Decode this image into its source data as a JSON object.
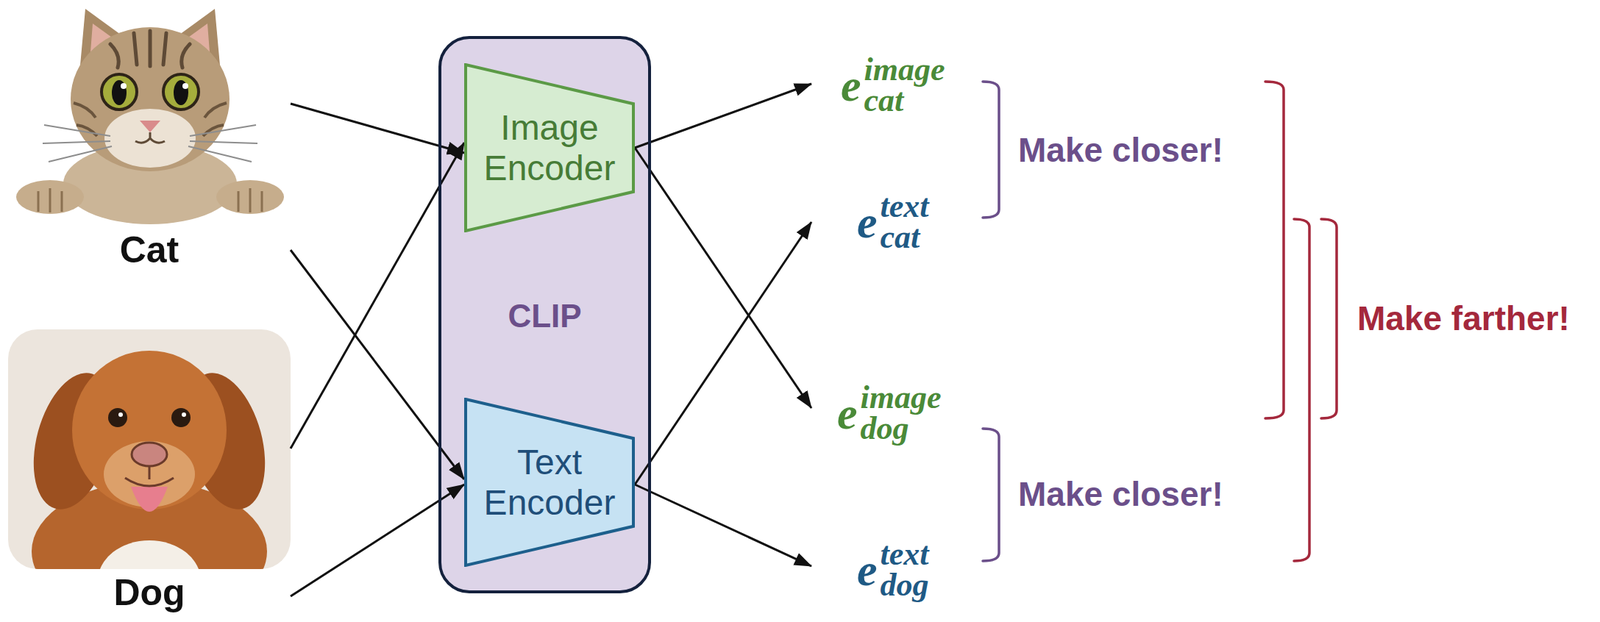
{
  "diagram": {
    "nodes": [
      {
        "text": [
          "Cat"
        ]
      },
      {
        "text": [
          "Dog"
        ]
      },
      {
        "text": [
          "CLIP"
        ]
      },
      {
        "text": [
          "Image Encoder"
        ],
        "in": 2
      },
      {
        "text": [
          "Text Encoder"
        ],
        "in": 2
      },
      {
        "text": [
          "e",
          "image",
          "cat"
        ]
      },
      {
        "text": [
          "e",
          "text",
          "cat"
        ]
      },
      {
        "text": [
          "e",
          "image",
          "dog"
        ]
      },
      {
        "text": [
          "e",
          "text",
          "dog"
        ]
      }
    ],
    "edges": [
      {
        "from": 0,
        "to": 3,
        "arrow": "to"
      },
      {
        "from": 0,
        "to": 4,
        "arrow": "to"
      },
      {
        "from": 1,
        "to": 3,
        "arrow": "to"
      },
      {
        "from": 1,
        "to": 4,
        "arrow": "to"
      },
      {
        "from": 3,
        "to": 5,
        "arrow": "to"
      },
      {
        "from": 3,
        "to": 7,
        "arrow": "to"
      },
      {
        "from": 4,
        "to": 6,
        "arrow": "to"
      },
      {
        "from": 4,
        "to": 8,
        "arrow": "to"
      }
    ],
    "labels": [
      "Make closer!",
      "Make closer!",
      "Make farther!"
    ]
  }
}
